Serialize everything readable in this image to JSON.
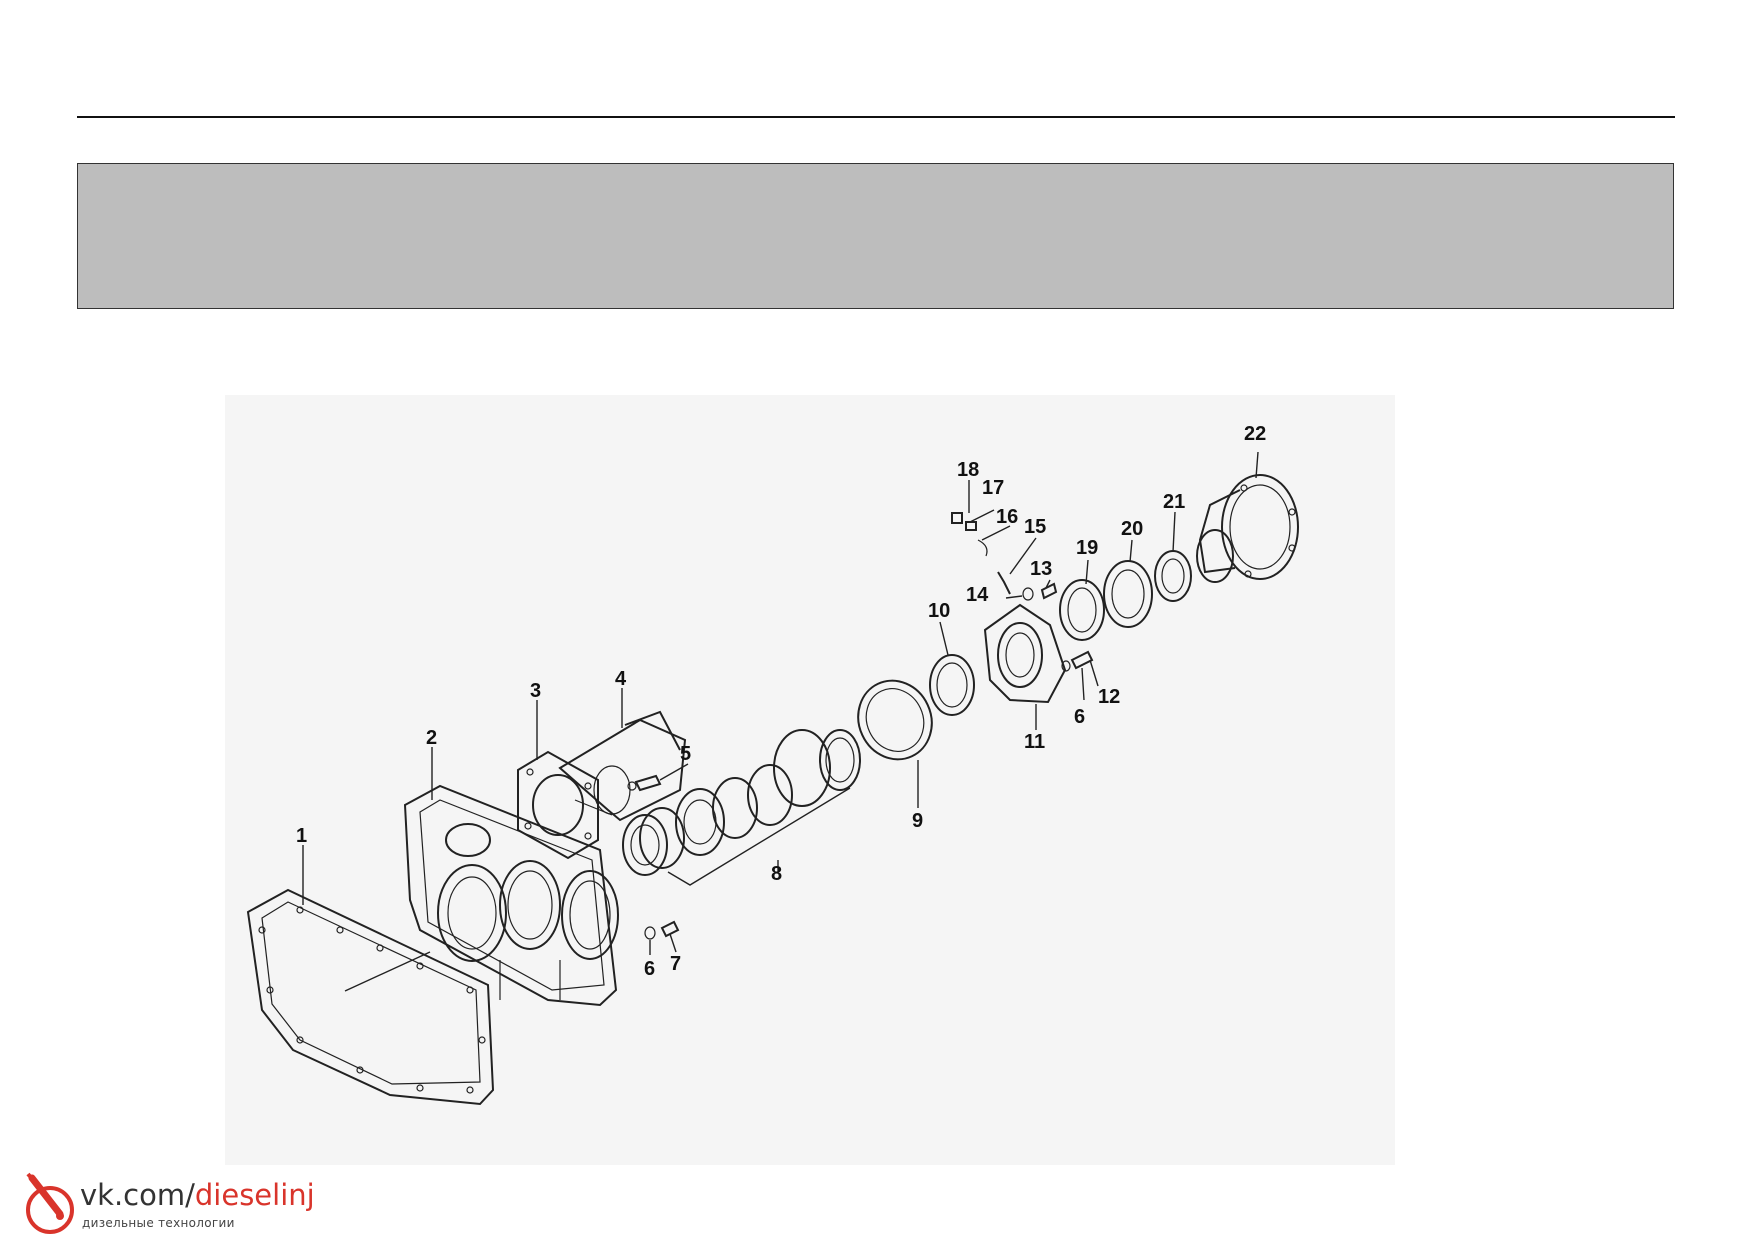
{
  "watermark": {
    "site_prefix": "vk.com/",
    "site_name": "dieselinj",
    "subtitle": "дизельные технологии",
    "accent_color": "#d9342b"
  },
  "diagram": {
    "callouts": [
      "1",
      "2",
      "3",
      "4",
      "5",
      "6",
      "7",
      "8",
      "9",
      "10",
      "11",
      "12",
      "13",
      "14",
      "15",
      "16",
      "17",
      "18",
      "19",
      "20",
      "21",
      "22"
    ],
    "callout_6_second": "6"
  }
}
